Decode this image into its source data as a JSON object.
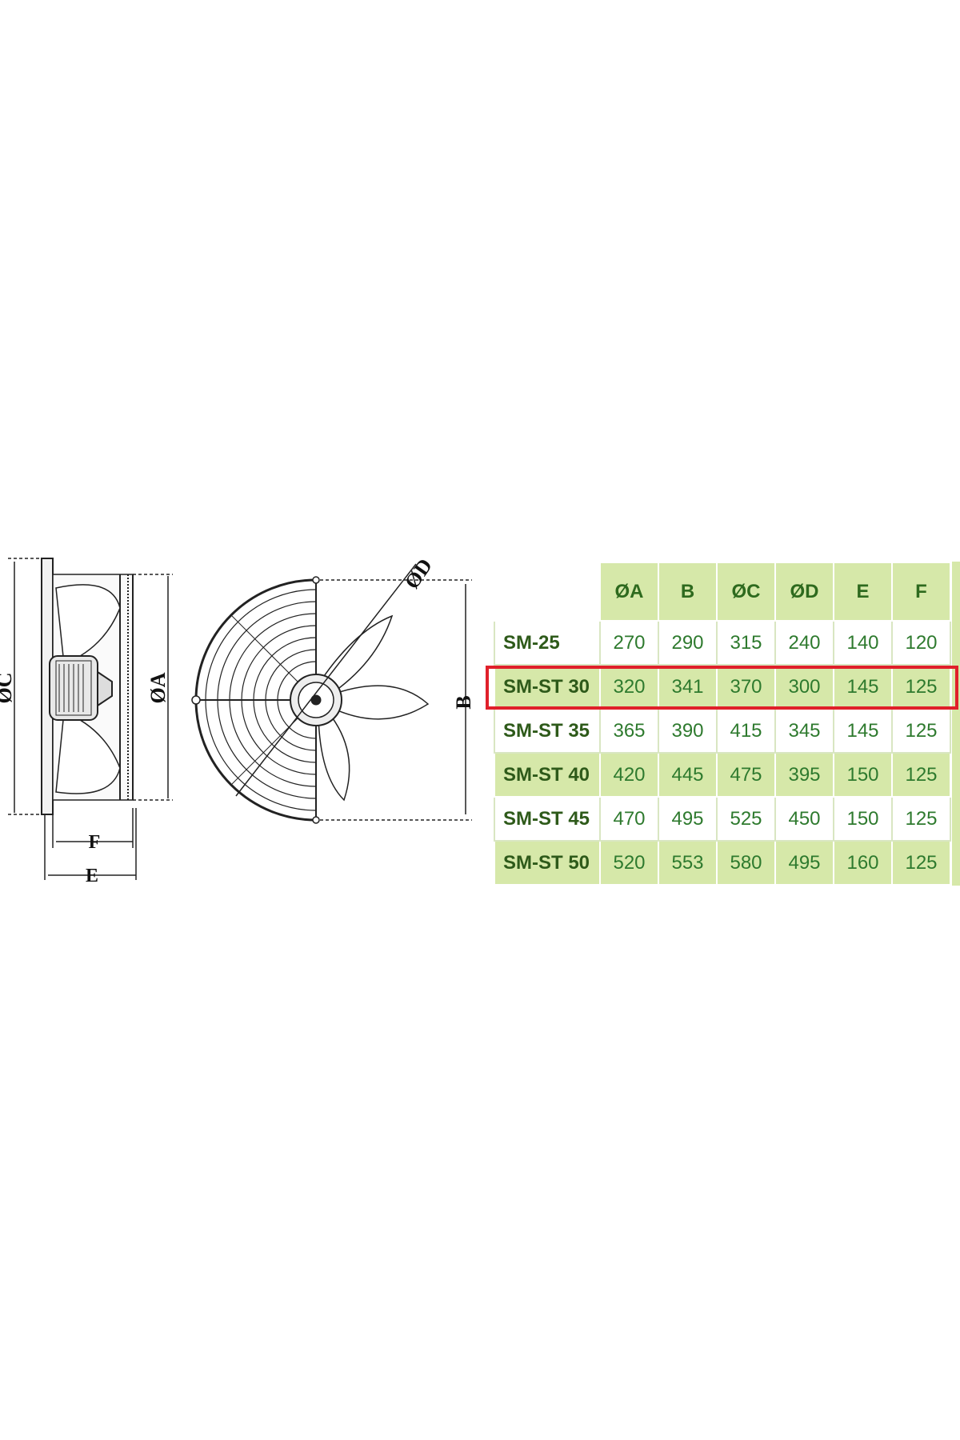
{
  "drawing": {
    "labels": {
      "dia_c": "ØC",
      "dia_a": "ØA",
      "f": "F",
      "e": "E",
      "dia_d": "ØD",
      "b": "B"
    }
  },
  "table": {
    "headers": [
      "ØA",
      "B",
      "ØC",
      "ØD",
      "E",
      "F"
    ],
    "rows": [
      {
        "model": "SM-25",
        "values": [
          "270",
          "290",
          "315",
          "240",
          "140",
          "120"
        ]
      },
      {
        "model": "SM-ST 30",
        "values": [
          "320",
          "341",
          "370",
          "300",
          "145",
          "125"
        ]
      },
      {
        "model": "SM-ST 35",
        "values": [
          "365",
          "390",
          "415",
          "345",
          "145",
          "125"
        ]
      },
      {
        "model": "SM-ST 40",
        "values": [
          "420",
          "445",
          "475",
          "395",
          "150",
          "125"
        ]
      },
      {
        "model": "SM-ST 45",
        "values": [
          "470",
          "495",
          "525",
          "450",
          "150",
          "125"
        ]
      },
      {
        "model": "SM-ST 50",
        "values": [
          "520",
          "553",
          "580",
          "495",
          "160",
          "125"
        ]
      }
    ],
    "highlighted_row": "SM-ST 30",
    "colors": {
      "green": "#d6e8a9",
      "text": "#2e7a2e",
      "highlight": "#e0202a"
    }
  }
}
